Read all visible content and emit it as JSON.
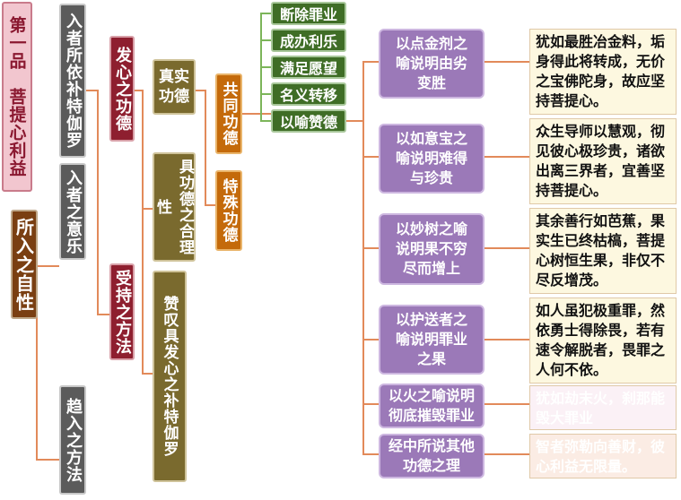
{
  "title_box": "第一品　菩提心利益",
  "root": "所入之自性",
  "level1": [
    "入者所依补特伽罗",
    "入者之意乐",
    "趋入之方法"
  ],
  "level2": [
    "发心之功德",
    "受持之方法"
  ],
  "level3": [
    "真实功德",
    "具功德之合理性",
    "赞叹具发心之补特伽罗"
  ],
  "level4": [
    "共同功德",
    "特殊功德"
  ],
  "level5": [
    "断除罪业",
    "成办利乐",
    "满足愿望",
    "名义转移",
    "以喻赞德"
  ],
  "analogies": [
    "以点金剂之喻说明由劣变胜",
    "以如意宝之喻说明难得与珍贵",
    "以妙树之喻说明果不穷尽而增上",
    "以护送者之喻说明罪业之果",
    "以火之喻说明彻底摧毁罪业",
    "经中所说其他功德之理"
  ],
  "verses": [
    "犹如最胜冶金料，垢身得此将转成，无价之宝佛陀身，故应坚持菩提心。",
    "众生导师以慧观，彻见彼心极珍贵，诸欲出离三界者，宜善坚持菩提心。",
    "其余善行如芭蕉，果实生已终枯槁，菩提心树恒生果，非仅不尽反增茂。",
    "如人虽犯极重罪，然依勇士得除畏，若有速令解脱者，畏罪之人何不依。",
    "犹如劫末火，刹那能毁大罪业",
    "智者弥勒向善财，彼心利益无限量。"
  ],
  "colors": {
    "line": "#e28a5a",
    "purple": "#9b79b8",
    "green": "#3f6d26"
  }
}
